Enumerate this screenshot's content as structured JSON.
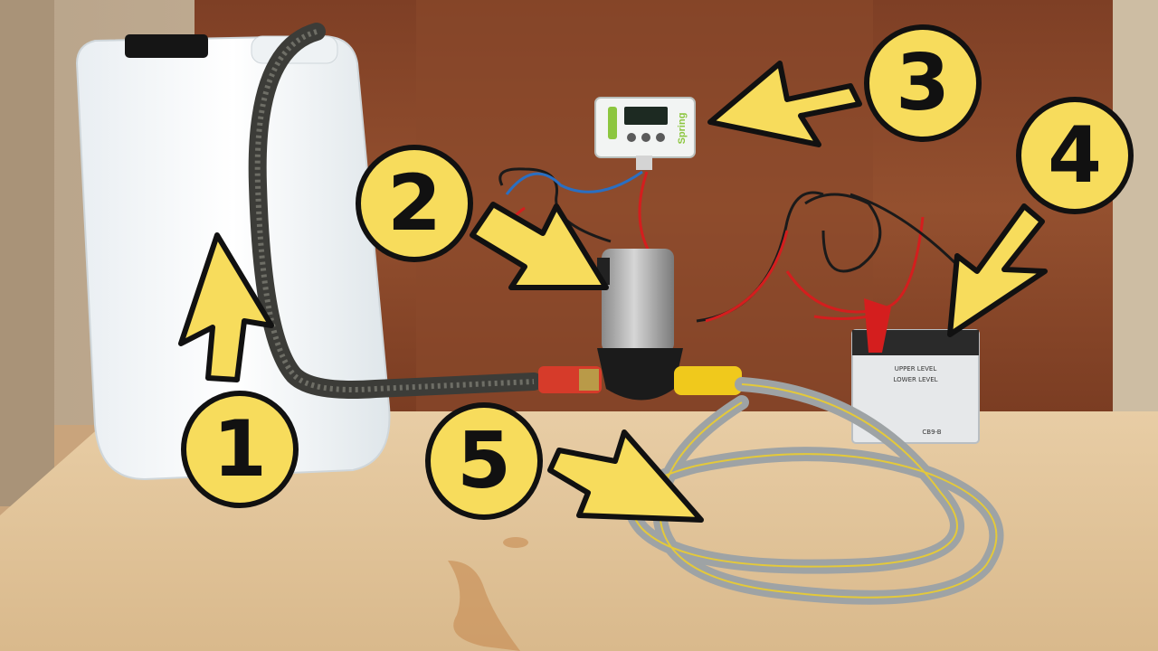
{
  "scene": {
    "description_colors": {
      "callout_yellow": "#f7dc5c",
      "outline": "#111111",
      "board": "#8a4a2c",
      "bench": "#e1c29a",
      "wall": "#c8b59a"
    }
  },
  "callouts": [
    {
      "number": "1",
      "target": "water-container"
    },
    {
      "number": "2",
      "target": "pump"
    },
    {
      "number": "3",
      "target": "pressure-controller"
    },
    {
      "number": "4",
      "target": "battery"
    },
    {
      "number": "5",
      "target": "outlet-hose"
    }
  ],
  "controller": {
    "brand_label": "Spring"
  },
  "battery": {
    "upper_label": "UPPER LEVEL",
    "lower_label": "LOWER LEVEL",
    "model_label": "CB9-B"
  }
}
